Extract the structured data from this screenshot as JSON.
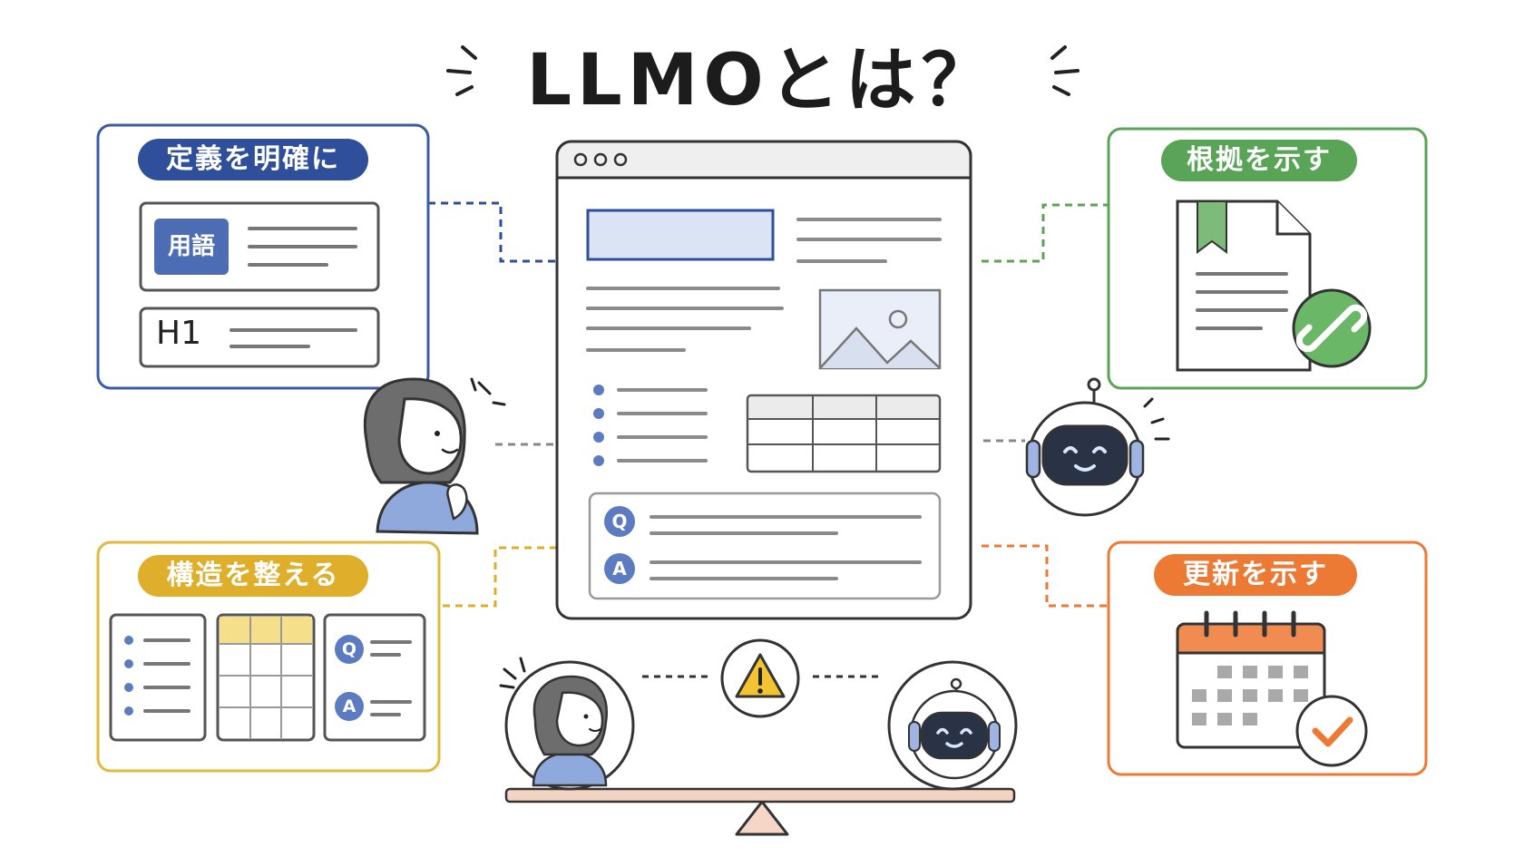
{
  "title": "LLMOとは？",
  "cards": {
    "top_left": {
      "label": "定義を明確に",
      "term_tag": "用語",
      "heading_tag": "H1",
      "color": "#2f4f9a"
    },
    "bottom_left": {
      "label": "構造を整える",
      "q_letter": "Q",
      "a_letter": "A",
      "color": "#dfae2a"
    },
    "top_right": {
      "label": "根拠を示す",
      "color": "#5aa457"
    },
    "bottom_right": {
      "label": "更新を示す",
      "color": "#ec7a35"
    }
  },
  "center_page": {
    "q_letter": "Q",
    "a_letter": "A"
  },
  "icons": [
    "document-icon",
    "link-icon",
    "calendar-icon",
    "check-icon",
    "warning-icon",
    "image-icon",
    "robot-icon",
    "person-icon",
    "balance-scale-icon"
  ]
}
